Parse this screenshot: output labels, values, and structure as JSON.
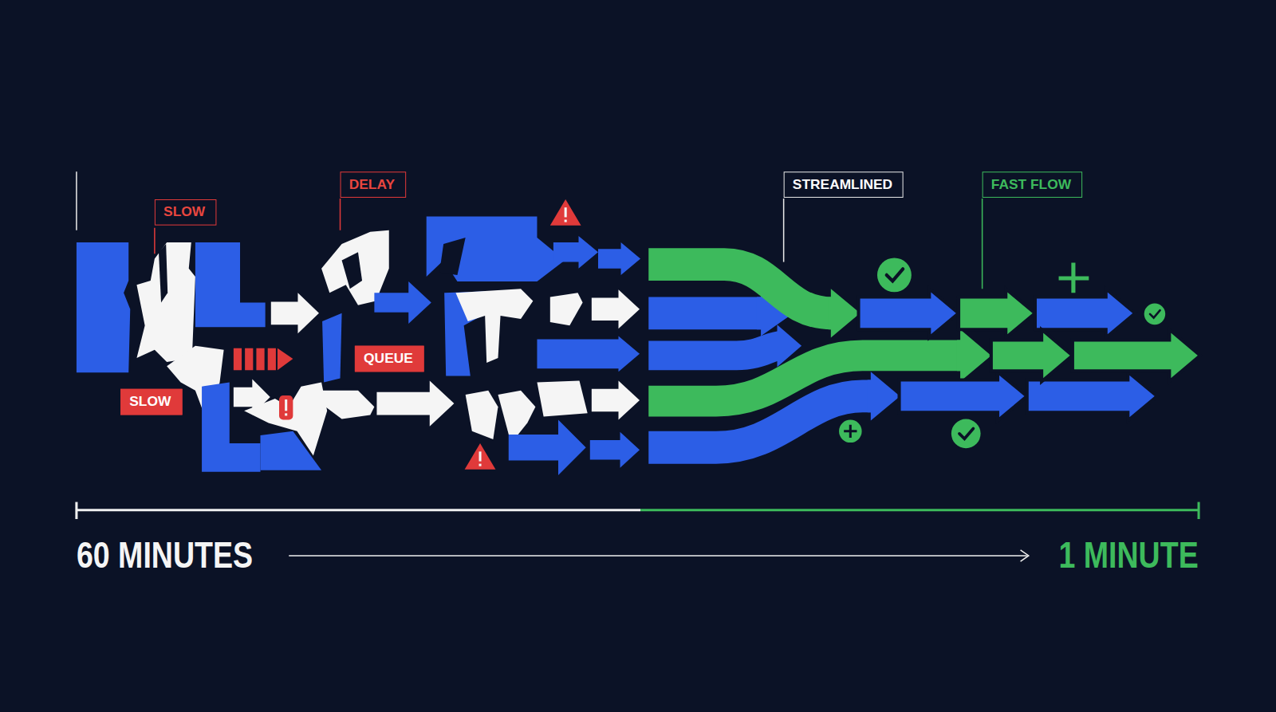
{
  "diagram": {
    "nodes": [
      {
        "text": [
          "SLOW"
        ]
      },
      {
        "text": [
          "SLOW"
        ]
      },
      {
        "text": [
          "DELAY"
        ]
      },
      {
        "text": [
          "QUEUE"
        ]
      },
      {
        "text": [
          "STREAMLINED"
        ]
      },
      {
        "text": [
          "FAST FLOW"
        ]
      }
    ],
    "labels": [
      "60 MINUTES",
      "1 MINUTE"
    ]
  }
}
